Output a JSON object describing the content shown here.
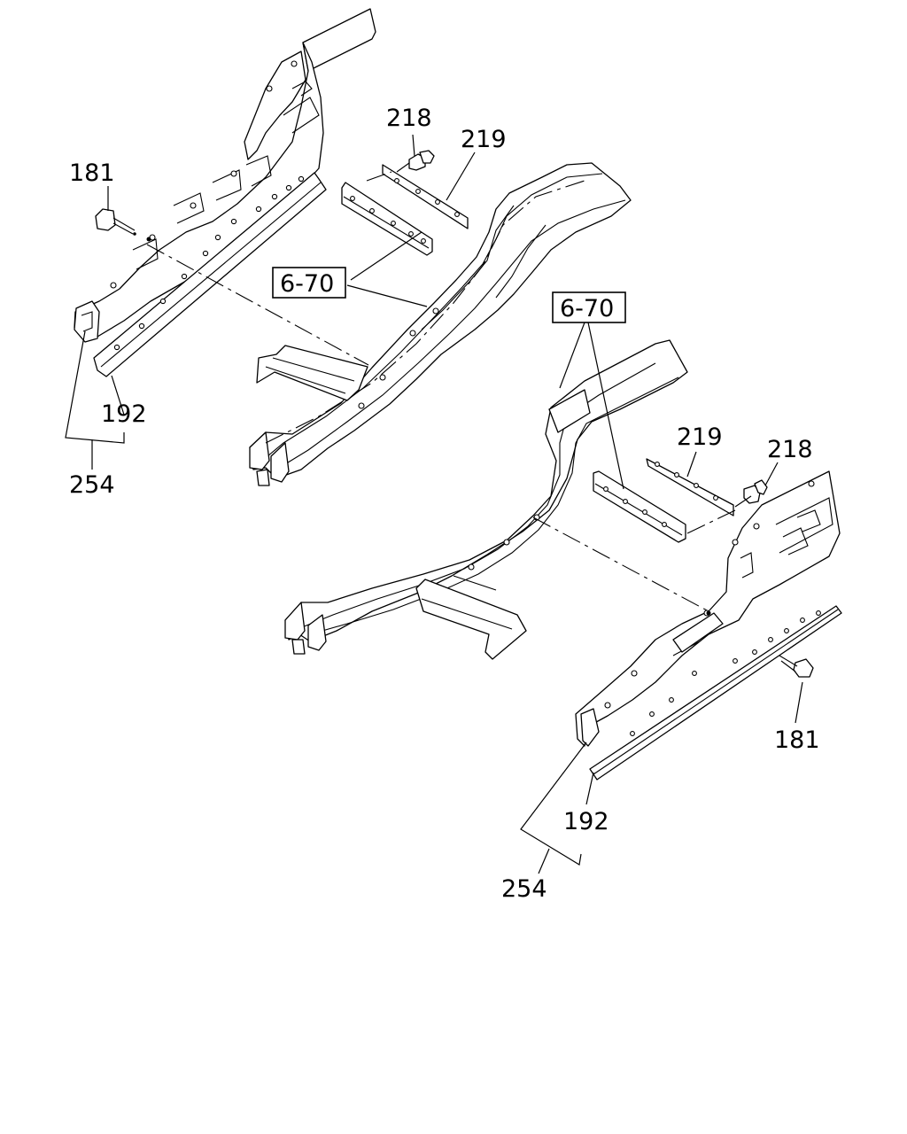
{
  "callouts": {
    "upper_181": "181",
    "upper_218": "218",
    "upper_219": "219",
    "upper_192": "192",
    "upper_254": "254",
    "upper_ref": "6-70",
    "lower_ref": "6-70",
    "lower_219": "219",
    "lower_218": "218",
    "lower_181": "181",
    "lower_192": "192",
    "lower_254": "254"
  }
}
